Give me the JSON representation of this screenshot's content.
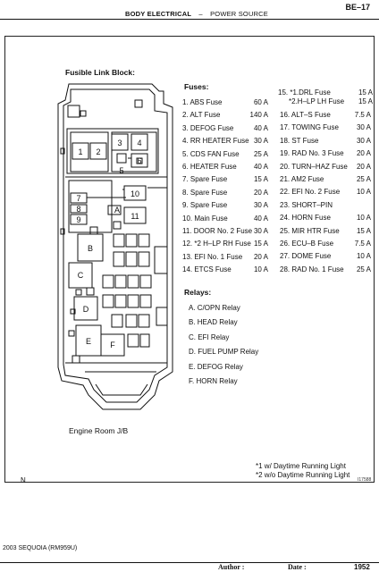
{
  "header": {
    "section": "BODY ELECTRICAL",
    "dash": "–",
    "subsection": "POWER SOURCE",
    "page_code": "BE–17"
  },
  "diagram": {
    "title": "Fusible Link Block:",
    "caption": "Engine Room J/B",
    "labels": [
      "1",
      "2",
      "3",
      "4",
      "5",
      "6",
      "7",
      "8",
      "9",
      "10",
      "11",
      "A",
      "B",
      "C",
      "D",
      "E",
      "F"
    ]
  },
  "fuses": {
    "title": "Fuses:",
    "left": [
      {
        "name": "1. ABS Fuse",
        "amp": "60 A"
      },
      {
        "name": "2. ALT Fuse",
        "amp": "140 A"
      },
      {
        "name": "3. DEFOG Fuse",
        "amp": "40 A"
      },
      {
        "name": "4. RR HEATER Fuse",
        "amp": "30 A"
      },
      {
        "name": "5. CDS FAN Fuse",
        "amp": "25 A"
      },
      {
        "name": "6. HEATER Fuse",
        "amp": "40 A"
      },
      {
        "name": "7. Spare Fuse",
        "amp": "15 A"
      },
      {
        "name": "8. Spare Fuse",
        "amp": "20 A"
      },
      {
        "name": "9. Spare Fuse",
        "amp": "30 A"
      },
      {
        "name": "10. Main Fuse",
        "amp": "40 A"
      },
      {
        "name": "11. DOOR No. 2 Fuse",
        "amp": "30 A"
      },
      {
        "name": "12. *2 H–LP RH Fuse",
        "amp": "15 A"
      },
      {
        "name": "13. EFI No. 1 Fuse",
        "amp": "20 A"
      },
      {
        "name": "14. ETCS Fuse",
        "amp": "10 A"
      }
    ],
    "right_15a": {
      "name": "15. *1.DRL Fuse",
      "amp": "15 A"
    },
    "right_15b": {
      "name": "*2.H–LP LH Fuse",
      "amp": "15 A"
    },
    "right": [
      {
        "name": "16. ALT–S Fuse",
        "amp": "7.5 A"
      },
      {
        "name": "17. TOWING Fuse",
        "amp": "30 A"
      },
      {
        "name": "18. ST Fuse",
        "amp": "30 A"
      },
      {
        "name": "19. RAD No. 3 Fuse",
        "amp": "20 A"
      },
      {
        "name": "20. TURN–HAZ Fuse",
        "amp": "20 A"
      },
      {
        "name": "21. AM2 Fuse",
        "amp": "25 A"
      },
      {
        "name": "22. EFI No. 2 Fuse",
        "amp": "10 A"
      },
      {
        "name": "23. SHORT–PIN",
        "amp": ""
      },
      {
        "name": "24. HORN Fuse",
        "amp": "10 A"
      },
      {
        "name": "25. MIR HTR Fuse",
        "amp": "15 A"
      },
      {
        "name": "26. ECU–B Fuse",
        "amp": "7.5 A"
      },
      {
        "name": "27. DOME Fuse",
        "amp": "10 A"
      },
      {
        "name": "28. RAD No. 1 Fuse",
        "amp": "25 A"
      }
    ]
  },
  "relays": {
    "title": "Relays:",
    "items": [
      "A. C/OPN Relay",
      "B. HEAD Relay",
      "C. EFI Relay",
      "D. FUEL PUMP Relay",
      "E. DEFOG Relay",
      "F. HORN Relay"
    ]
  },
  "notes": {
    "note1": "*1 w/   Daytime Running Light",
    "note2": "*2 w/o Daytime Running Light",
    "corner_n": "N",
    "fig_code": "I17588"
  },
  "footer": {
    "model": "2003 SEQUOIA   (RM959U)",
    "author_label": "Author :",
    "date_label": "Date :",
    "page_number": "1952"
  }
}
